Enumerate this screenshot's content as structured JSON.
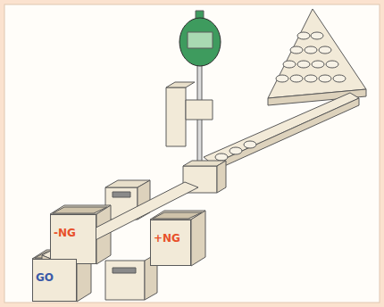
{
  "diagram": {
    "nodes": [
      {
        "text": [
          "-NG"
        ]
      },
      {
        "text": [
          "+NG"
        ]
      },
      {
        "text": [
          "GO"
        ]
      }
    ]
  }
}
